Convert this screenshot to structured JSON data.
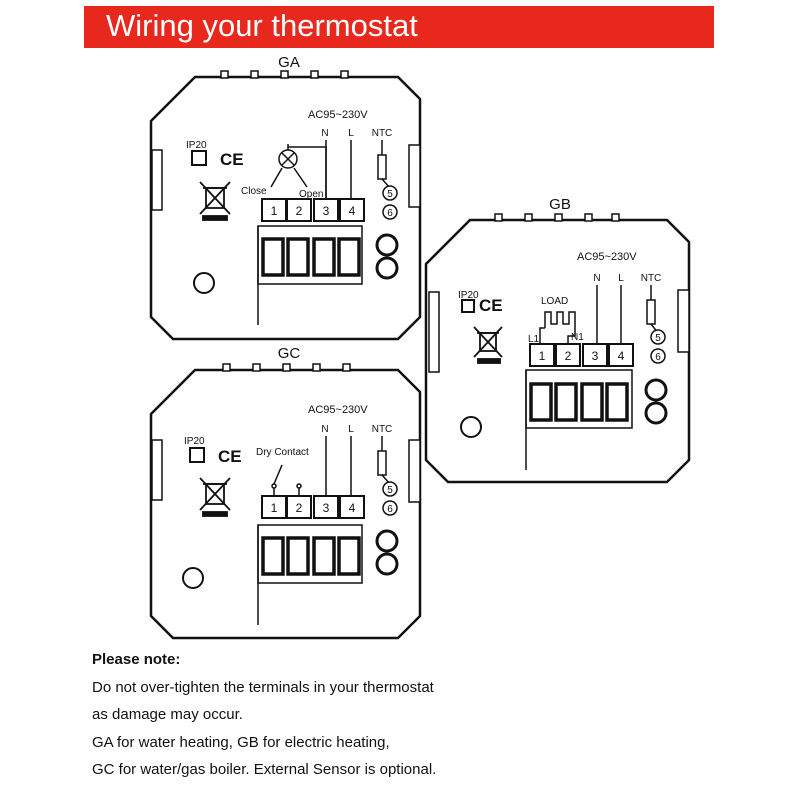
{
  "header": {
    "title": "Wiring your thermostat"
  },
  "units": [
    {
      "name": "GA",
      "voltage": "AC95~230V",
      "ip_rating": "IP20",
      "ce_mark": "CE",
      "terminals": [
        "1",
        "2",
        "3",
        "4"
      ],
      "sensor_terminals": [
        "5",
        "6"
      ],
      "line_labels": {
        "neutral": "N",
        "live": "L",
        "sensor": "NTC"
      },
      "valve_labels": {
        "close": "Close",
        "open": "Open"
      }
    },
    {
      "name": "GB",
      "voltage": "AC95~230V",
      "ip_rating": "IP20",
      "ce_mark": "CE",
      "terminals": [
        "1",
        "2",
        "3",
        "4"
      ],
      "sensor_terminals": [
        "5",
        "6"
      ],
      "line_labels": {
        "neutral": "N",
        "live": "L",
        "sensor": "NTC"
      },
      "load_labels": {
        "load": "LOAD",
        "l1": "L1",
        "n1": "N1"
      }
    },
    {
      "name": "GC",
      "voltage": "AC95~230V",
      "ip_rating": "IP20",
      "ce_mark": "CE",
      "terminals": [
        "1",
        "2",
        "3",
        "4"
      ],
      "sensor_terminals": [
        "5",
        "6"
      ],
      "line_labels": {
        "neutral": "N",
        "live": "L",
        "sensor": "NTC"
      },
      "contact_label": "Dry Contact"
    }
  ],
  "notes": {
    "heading": "Please note:",
    "lines": [
      "Do not over-tighten the terminals in your thermostat",
      "as damage may occur.",
      "GA for water heating, GB for electric heating,",
      "GC for water/gas boiler. External Sensor is optional."
    ]
  }
}
